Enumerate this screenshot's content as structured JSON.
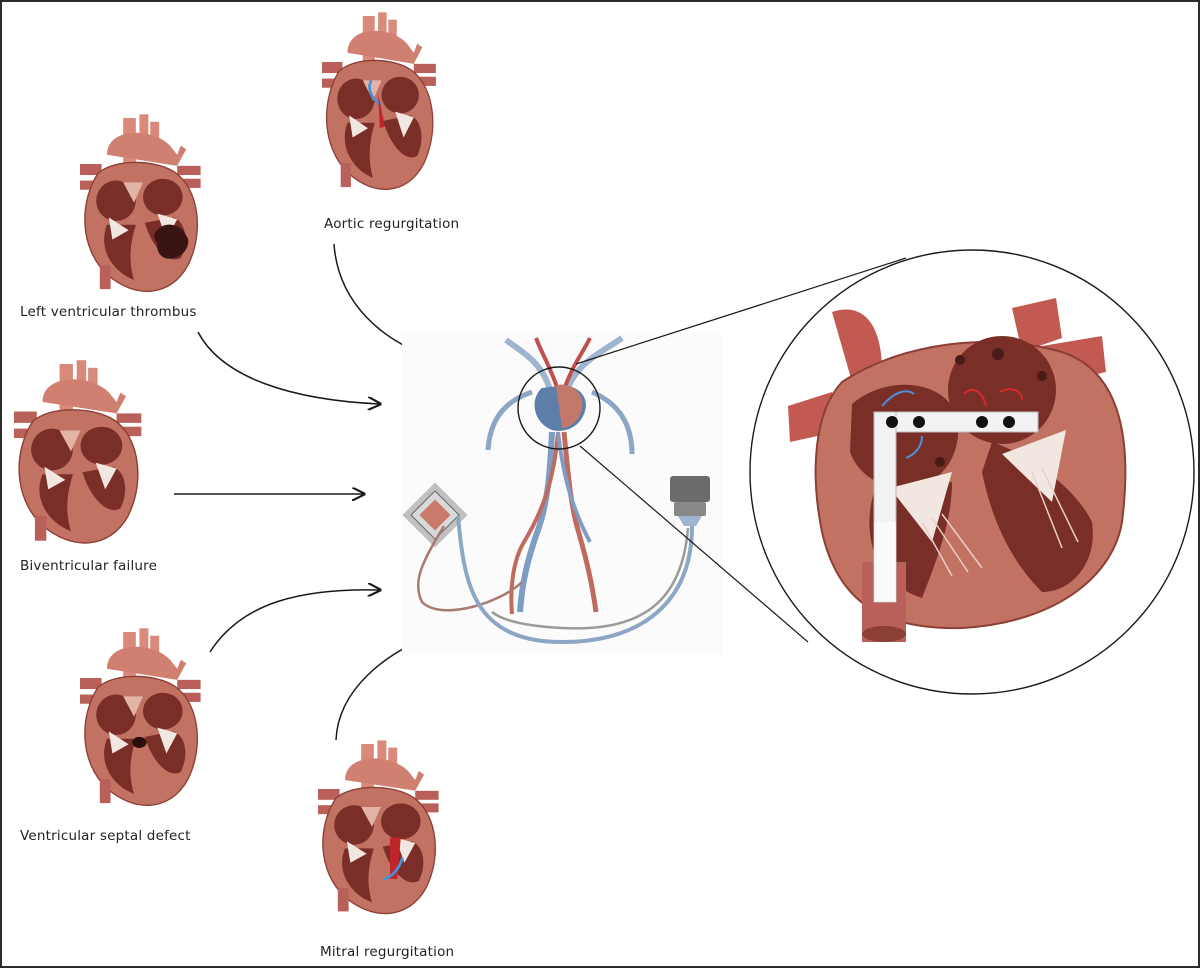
{
  "labels": {
    "aortic": "Aortic regurgitation",
    "thrombus": "Left ventricular thrombus",
    "biventricular": "Biventricular failure",
    "septal": "Ventricular septal defect",
    "mitral": "Mitral regurgitation"
  },
  "colors": {
    "heart_wall": "#b86a58",
    "heart_chamber": "#7a2e28",
    "vessel_red": "#c0504d",
    "vessel_blue": "#6f8fb8",
    "valve": "#f2e6e0",
    "device": "#f2f2f2"
  }
}
